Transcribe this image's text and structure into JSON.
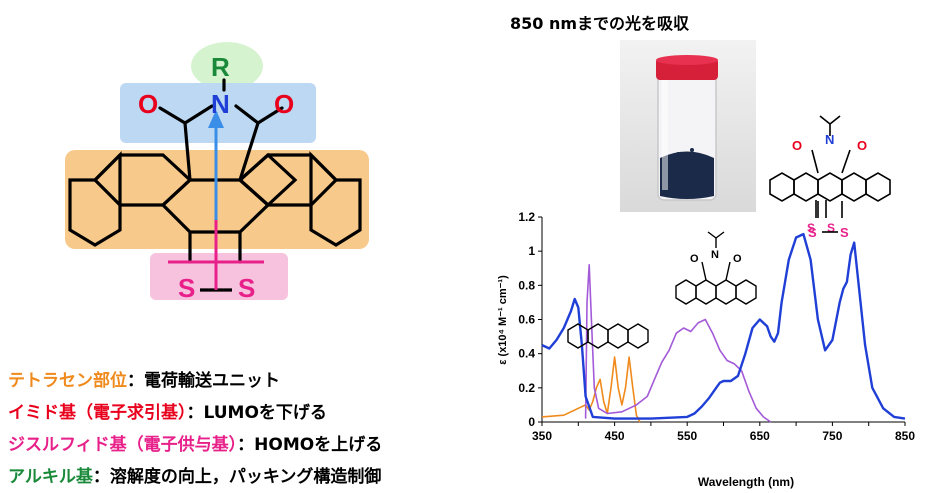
{
  "molecule": {
    "r_label": "R",
    "n_label": "N",
    "o_left": "O",
    "o_right": "O",
    "s_left": "S",
    "s_right": "S",
    "colors": {
      "alkyl": "#1a8a3a",
      "imide": "#e8001c",
      "core": "#f59a3a",
      "disulfide": "#e8208a",
      "arrow": "#3a8ee8"
    }
  },
  "legend": [
    {
      "term": "テトラセン部位",
      "desc": "電荷輸送ユニット",
      "color": "#f08a1c"
    },
    {
      "term": "イミド基（電子求引基）",
      "desc": "LUMOを下げる",
      "color": "#e8001c"
    },
    {
      "term": "ジスルフィド基（電子供与基）",
      "desc": "HOMOを上げる",
      "color": "#e8208a"
    },
    {
      "term": "アルキル基",
      "desc": "溶解度の向上，パッキング構造制御",
      "color": "#1a8a3a"
    }
  ],
  "legend_colon": "：",
  "photo_title": "850 nmまでの光を吸収",
  "structure_labels": {
    "o": "O",
    "n": "N",
    "s": "S"
  },
  "chart_data": {
    "type": "line",
    "xlabel": "Wavelength (nm)",
    "ylabel": "ε (x10⁴ M⁻¹ cm⁻¹)",
    "xlim": [
      350,
      850
    ],
    "ylim": [
      0,
      1.2
    ],
    "xticks": [
      350,
      400,
      450,
      500,
      550,
      600,
      650,
      700,
      750,
      800,
      850
    ],
    "xtick_labels": [
      "350",
      "",
      "450",
      "",
      "550",
      "",
      "650",
      "",
      "750",
      "",
      "850"
    ],
    "yticks": [
      0,
      0.2,
      0.4,
      0.6,
      0.8,
      1,
      1.2
    ],
    "ytick_labels": [
      "0",
      "0.2",
      "0.4",
      "0.6",
      "0.8",
      "1",
      "1.2"
    ],
    "grid": false,
    "series": [
      {
        "color": "#f08a1c",
        "points": [
          [
            350,
            0.03
          ],
          [
            380,
            0.04
          ],
          [
            390,
            0.06
          ],
          [
            400,
            0.08
          ],
          [
            410,
            0.1
          ],
          [
            415,
            0.07
          ],
          [
            420,
            0.12
          ],
          [
            425,
            0.2
          ],
          [
            430,
            0.25
          ],
          [
            435,
            0.12
          ],
          [
            440,
            0.05
          ],
          [
            445,
            0.2
          ],
          [
            450,
            0.38
          ],
          [
            455,
            0.2
          ],
          [
            460,
            0.1
          ],
          [
            465,
            0.2
          ],
          [
            470,
            0.38
          ],
          [
            475,
            0.2
          ],
          [
            480,
            0.04
          ],
          [
            485,
            0.0
          ]
        ]
      },
      {
        "color": "#a35ad8",
        "points": [
          [
            410,
            0.02
          ],
          [
            412,
            0.7
          ],
          [
            415,
            0.92
          ],
          [
            418,
            0.6
          ],
          [
            422,
            0.2
          ],
          [
            428,
            0.08
          ],
          [
            440,
            0.05
          ],
          [
            460,
            0.06
          ],
          [
            480,
            0.1
          ],
          [
            495,
            0.15
          ],
          [
            505,
            0.25
          ],
          [
            515,
            0.35
          ],
          [
            525,
            0.42
          ],
          [
            535,
            0.52
          ],
          [
            545,
            0.55
          ],
          [
            555,
            0.53
          ],
          [
            565,
            0.58
          ],
          [
            575,
            0.6
          ],
          [
            585,
            0.52
          ],
          [
            595,
            0.42
          ],
          [
            605,
            0.36
          ],
          [
            615,
            0.34
          ],
          [
            625,
            0.3
          ],
          [
            635,
            0.18
          ],
          [
            645,
            0.08
          ],
          [
            655,
            0.03
          ],
          [
            665,
            0.0
          ]
        ]
      },
      {
        "color": "#1f3fd6",
        "points": [
          [
            350,
            0.45
          ],
          [
            360,
            0.43
          ],
          [
            370,
            0.48
          ],
          [
            380,
            0.55
          ],
          [
            390,
            0.65
          ],
          [
            395,
            0.72
          ],
          [
            400,
            0.67
          ],
          [
            405,
            0.45
          ],
          [
            410,
            0.15
          ],
          [
            420,
            0.03
          ],
          [
            450,
            0.02
          ],
          [
            500,
            0.02
          ],
          [
            550,
            0.03
          ],
          [
            560,
            0.05
          ],
          [
            570,
            0.09
          ],
          [
            580,
            0.14
          ],
          [
            590,
            0.2
          ],
          [
            595,
            0.23
          ],
          [
            600,
            0.24
          ],
          [
            610,
            0.24
          ],
          [
            620,
            0.27
          ],
          [
            630,
            0.4
          ],
          [
            640,
            0.55
          ],
          [
            650,
            0.6
          ],
          [
            660,
            0.56
          ],
          [
            665,
            0.5
          ],
          [
            670,
            0.47
          ],
          [
            675,
            0.52
          ],
          [
            680,
            0.7
          ],
          [
            690,
            0.95
          ],
          [
            700,
            1.08
          ],
          [
            710,
            1.1
          ],
          [
            720,
            0.95
          ],
          [
            730,
            0.6
          ],
          [
            740,
            0.42
          ],
          [
            750,
            0.48
          ],
          [
            760,
            0.7
          ],
          [
            765,
            0.78
          ],
          [
            770,
            0.82
          ],
          [
            775,
            0.98
          ],
          [
            780,
            1.05
          ],
          [
            785,
            0.85
          ],
          [
            795,
            0.45
          ],
          [
            805,
            0.2
          ],
          [
            820,
            0.08
          ],
          [
            835,
            0.03
          ],
          [
            850,
            0.02
          ]
        ]
      }
    ]
  }
}
